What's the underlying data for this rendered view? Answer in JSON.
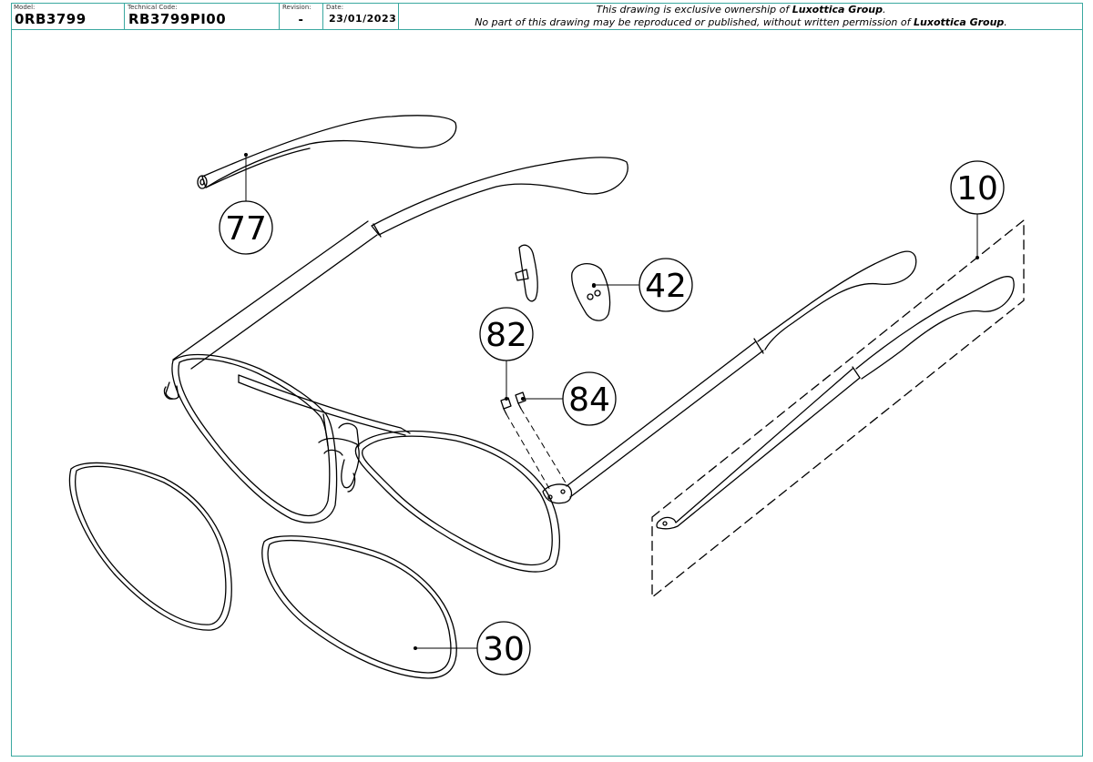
{
  "title_block": {
    "model_label": "Model:",
    "model_value": "0RB3799",
    "technical_code_label": "Technical Code:",
    "technical_code_value": "RB3799PI00",
    "revision_label": "Revision:",
    "revision_value": "-",
    "date_label": "Date:",
    "date_value": "23/01/2023",
    "notice_line1_pre": "This drawing is exclusive ownership of ",
    "notice_line1_brand": "Luxottica Group",
    "notice_line1_post": ".",
    "notice_line2_pre": "No part of this drawing may be reproduced or published, without written permission of ",
    "notice_line2_brand": "Luxottica Group",
    "notice_line2_post": "."
  },
  "callouts": {
    "temple_tip": "77",
    "temple_assembly": "10",
    "nose_pad": "42",
    "screw_a": "82",
    "screw_b": "84",
    "lens": "30"
  },
  "colors": {
    "border": "#3aa8a0",
    "line": "#000000"
  }
}
